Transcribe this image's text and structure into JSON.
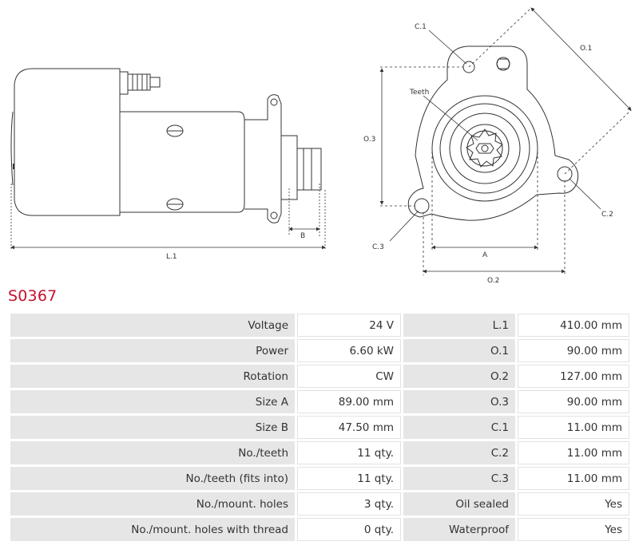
{
  "drawing": {
    "side_labels": {
      "length": "L.1",
      "b": "B"
    },
    "front_labels": {
      "c1": "C.1",
      "o1": "O.1",
      "teeth": "Teeth",
      "o3": "O.3",
      "c2": "C.2",
      "c3": "C.3",
      "a": "A",
      "o2": "O.2"
    }
  },
  "part_code": "S0367",
  "colors": {
    "part_code": "#c8102e",
    "label_bg": "#e6e6e6"
  },
  "specs": [
    {
      "label": "Voltage",
      "value": "24 V",
      "label2": "L.1",
      "value2": "410.00 mm"
    },
    {
      "label": "Power",
      "value": "6.60 kW",
      "label2": "O.1",
      "value2": "90.00 mm"
    },
    {
      "label": "Rotation",
      "value": "CW",
      "label2": "O.2",
      "value2": "127.00 mm"
    },
    {
      "label": "Size A",
      "value": "89.00 mm",
      "label2": "O.3",
      "value2": "90.00 mm"
    },
    {
      "label": "Size B",
      "value": "47.50 mm",
      "label2": "C.1",
      "value2": "11.00 mm"
    },
    {
      "label": "No./teeth",
      "value": "11 qty.",
      "label2": "C.2",
      "value2": "11.00 mm"
    },
    {
      "label": "No./teeth (fits into)",
      "value": "11 qty.",
      "label2": "C.3",
      "value2": "11.00 mm"
    },
    {
      "label": "No./mount. holes",
      "value": "3 qty.",
      "label2": "Oil sealed",
      "value2": "Yes"
    },
    {
      "label": "No./mount. holes with thread",
      "value": "0 qty.",
      "label2": "Waterproof",
      "value2": "Yes"
    }
  ]
}
